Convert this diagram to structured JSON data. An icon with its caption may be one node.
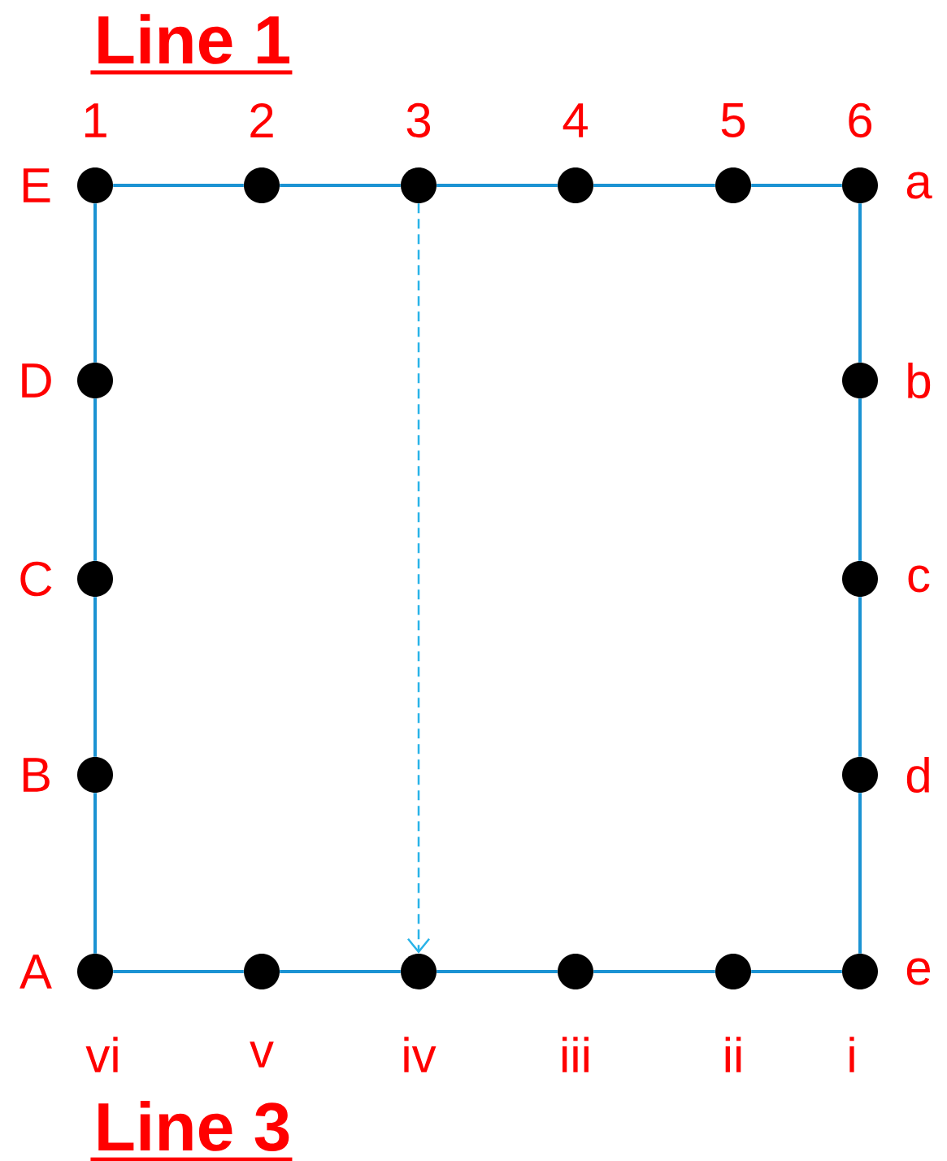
{
  "diagram": {
    "nodes": [
      {
        "text": [],
        "shape": "circle",
        "beside": [
          "1",
          "E"
        ]
      },
      {
        "text": [],
        "shape": "circle",
        "beside": [
          "2"
        ]
      },
      {
        "text": [],
        "shape": "circle",
        "beside": [
          "3"
        ]
      },
      {
        "text": [],
        "shape": "circle",
        "beside": [
          "4"
        ]
      },
      {
        "text": [],
        "shape": "circle",
        "beside": [
          "5"
        ]
      },
      {
        "text": [],
        "shape": "circle",
        "beside": [
          "6",
          "a"
        ]
      },
      {
        "text": [],
        "shape": "circle",
        "beside": [
          "D"
        ]
      },
      {
        "text": [],
        "shape": "circle",
        "beside": [
          "b"
        ]
      },
      {
        "text": [],
        "shape": "circle",
        "beside": [
          "C"
        ]
      },
      {
        "text": [],
        "shape": "circle",
        "beside": [
          "c"
        ]
      },
      {
        "text": [],
        "shape": "circle",
        "beside": [
          "B"
        ]
      },
      {
        "text": [],
        "shape": "circle",
        "beside": [
          "d"
        ]
      },
      {
        "text": [],
        "shape": "circle",
        "beside": [
          "A",
          "vi"
        ]
      },
      {
        "text": [],
        "shape": "circle",
        "beside": [
          "v"
        ]
      },
      {
        "text": [],
        "shape": "circle",
        "beside": [
          "iv"
        ]
      },
      {
        "text": [],
        "shape": "circle",
        "beside": [
          "iii"
        ]
      },
      {
        "text": [],
        "shape": "circle",
        "beside": [
          "ii"
        ]
      },
      {
        "text": [],
        "shape": "circle",
        "beside": [
          "e",
          "i"
        ]
      }
    ],
    "edges": [
      {
        "from": 0,
        "to": 1,
        "arrow": "none"
      },
      {
        "from": 1,
        "to": 2,
        "arrow": "none"
      },
      {
        "from": 2,
        "to": 3,
        "arrow": "none"
      },
      {
        "from": 3,
        "to": 4,
        "arrow": "none"
      },
      {
        "from": 4,
        "to": 5,
        "arrow": "none"
      },
      {
        "from": 0,
        "to": 6,
        "arrow": "none"
      },
      {
        "from": 6,
        "to": 8,
        "arrow": "none"
      },
      {
        "from": 8,
        "to": 10,
        "arrow": "none"
      },
      {
        "from": 10,
        "to": 12,
        "arrow": "none"
      },
      {
        "from": 5,
        "to": 7,
        "arrow": "none"
      },
      {
        "from": 7,
        "to": 9,
        "arrow": "none"
      },
      {
        "from": 9,
        "to": 11,
        "arrow": "none"
      },
      {
        "from": 11,
        "to": 17,
        "arrow": "none"
      },
      {
        "from": 12,
        "to": 13,
        "arrow": "none"
      },
      {
        "from": 13,
        "to": 14,
        "arrow": "none"
      },
      {
        "from": 14,
        "to": 15,
        "arrow": "none"
      },
      {
        "from": 15,
        "to": 16,
        "arrow": "none"
      },
      {
        "from": 16,
        "to": 17,
        "arrow": "none"
      },
      {
        "from": 2,
        "to": 14,
        "arrow": "to",
        "style": "dashed",
        "color": "#29b3e8"
      }
    ],
    "labels": [
      "Line 1",
      "Line 3"
    ]
  }
}
